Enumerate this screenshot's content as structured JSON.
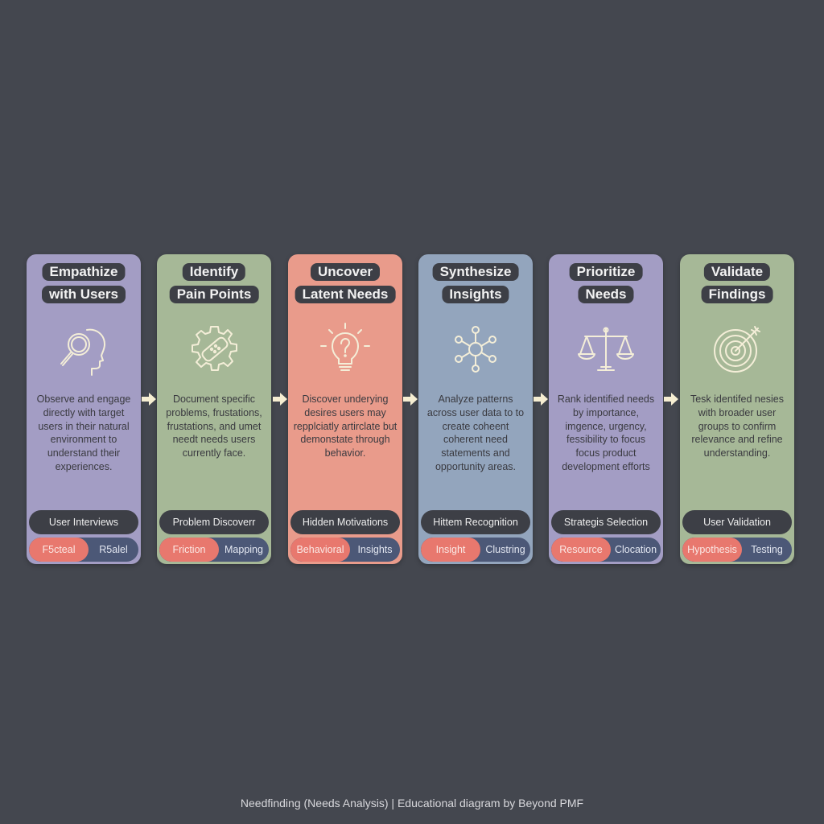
{
  "colors": {
    "background": "#44474f",
    "pill_dark": "#3d3f46",
    "tag_salmon": "#e8786e",
    "tag_navy": "#4c5877",
    "arrow": "#f6eed2",
    "icon_stroke": "#f4eed8"
  },
  "cards": [
    {
      "title_line1": "Empathize",
      "title_line2": "with Users",
      "icon": "magnifier-head-icon",
      "color": "#a39dc4",
      "description": "Observe and engage directly with target users in their natural environment to understand their experiences.",
      "tool": "User Interviews",
      "tag_a": "F5cteal",
      "tag_b": "R5alel"
    },
    {
      "title_line1": "Identify",
      "title_line2": "Pain Points",
      "icon": "bandaged-gear-icon",
      "color": "#a6b897",
      "description": "Document specific problems, frustations, frustations, and umet needt needs users currently face.",
      "tool": "Problem Discoverr",
      "tag_a": "Friction",
      "tag_b": "Mapping"
    },
    {
      "title_line1": "Uncover",
      "title_line2": "Latent Needs",
      "icon": "lightbulb-question-icon",
      "color": "#e99b8b",
      "description": "Discover underying desires users may repplciatly artirclate but demonstate through behavior.",
      "tool": "Hidden Motivations",
      "tag_a": "Behavioral",
      "tag_b": "Insights"
    },
    {
      "title_line1": "Synthesize",
      "title_line2": "Insights",
      "icon": "network-nodes-icon",
      "color": "#93a5bd",
      "description": "Analyze patterns across user data to to create coheent coherent need statements and opportunity areas.",
      "tool": "Hittem Recognition",
      "tag_a": "Insight",
      "tag_b": "Clustring"
    },
    {
      "title_line1": "Prioritize",
      "title_line2": "Needs",
      "icon": "balance-scale-icon",
      "color": "#a39dc4",
      "description": "Rank identified needs by importance, imgence, urgency, fessibility to focus focus product development efforts",
      "tool": "Strategis Selection",
      "tag_a": "Resource",
      "tag_b": "Clocation"
    },
    {
      "title_line1": "Validate",
      "title_line2": "Findings",
      "icon": "target-arrow-icon",
      "color": "#a6b897",
      "description": "Tesk identifed nesies with broader user groups to confirm relevance and refine understanding.",
      "tool": "User Validation",
      "tag_a": "Hypothesis",
      "tag_b": "Testing"
    }
  ],
  "footer": "Needfinding (Needs Analysis) | Educational diagram by Beyond PMF"
}
